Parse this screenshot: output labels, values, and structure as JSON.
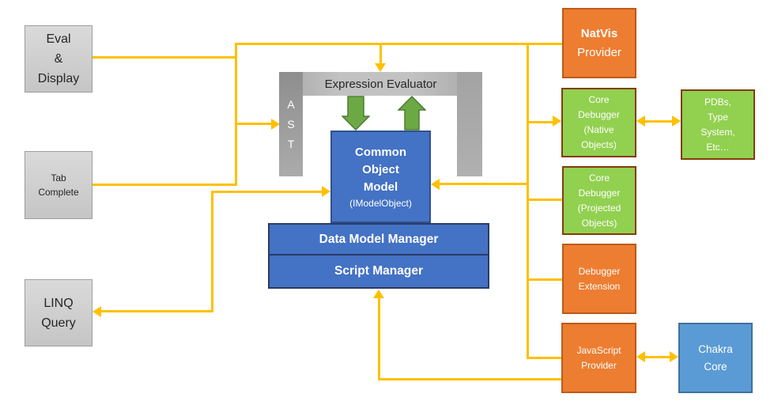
{
  "diagram": {
    "boxes": {
      "eval_display": {
        "lines": [
          "Eval",
          "&",
          "Display"
        ]
      },
      "tab_complete": {
        "lines": [
          "Tab",
          "Complete"
        ]
      },
      "linq_query": {
        "lines": [
          "LINQ",
          "Query"
        ]
      },
      "ast": {
        "lines": [
          "A",
          "S",
          "T"
        ]
      },
      "expression_evaluator": {
        "label": "Expression Evaluator"
      },
      "common_object_model": {
        "title_lines": [
          "Common",
          "Object",
          "Model"
        ],
        "subtitle": "(IModelObject)"
      },
      "data_model_manager": {
        "label": "Data Model Manager"
      },
      "script_manager": {
        "label": "Script Manager"
      },
      "natvis_provider": {
        "title": "NatVis",
        "subtitle": "Provider"
      },
      "core_debugger_native": {
        "lines": [
          "Core",
          "Debugger",
          "(Native",
          "Objects)"
        ]
      },
      "core_debugger_projected": {
        "lines": [
          "Core",
          "Debugger",
          "(Projected",
          "Objects)"
        ]
      },
      "debugger_extension": {
        "lines": [
          "Debugger",
          "Extension"
        ]
      },
      "javascript_provider": {
        "lines": [
          "JavaScript",
          "Provider"
        ]
      },
      "pdbs_type_system": {
        "lines": [
          "PDBs,",
          "Type",
          "System,",
          "Etc…"
        ]
      },
      "chakra_core": {
        "lines": [
          "Chakra",
          "Core"
        ]
      }
    },
    "colors": {
      "connector_yellow": "#FFC000",
      "green_arrow": "#6CA945",
      "orange_box": "#ED7D31",
      "green_box": "#92D050",
      "blue_box": "#4472C4",
      "light_blue_box": "#5B9BD5",
      "gray_box": "#CFCFCF",
      "gray_bar": "#A6A6A6"
    },
    "connections": [
      "Eval & Display — left bus",
      "Tab Complete — left bus",
      "left bus → AST (arrow)",
      "top bus → Expression Evaluator (arrow)",
      "top bus — NatVis Provider",
      "right bus → Core Debugger (Native Objects) (arrow)",
      "right bus → Common Object Model (arrow)",
      "right bus — Core Debugger (Projected Objects)",
      "right bus — Debugger Extension",
      "right bus — JavaScript Provider",
      "elbow → Common Object Model (arrow) and → LINQ Query (arrow)",
      "JavaScript Provider → Script Manager (arrow)",
      "Expression Evaluator ⇅ Common Object Model (green arrows)",
      "Core Debugger (Native Objects) ⇄ PDBs / Type System / Etc…",
      "JavaScript Provider ⇄ Chakra Core"
    ]
  }
}
